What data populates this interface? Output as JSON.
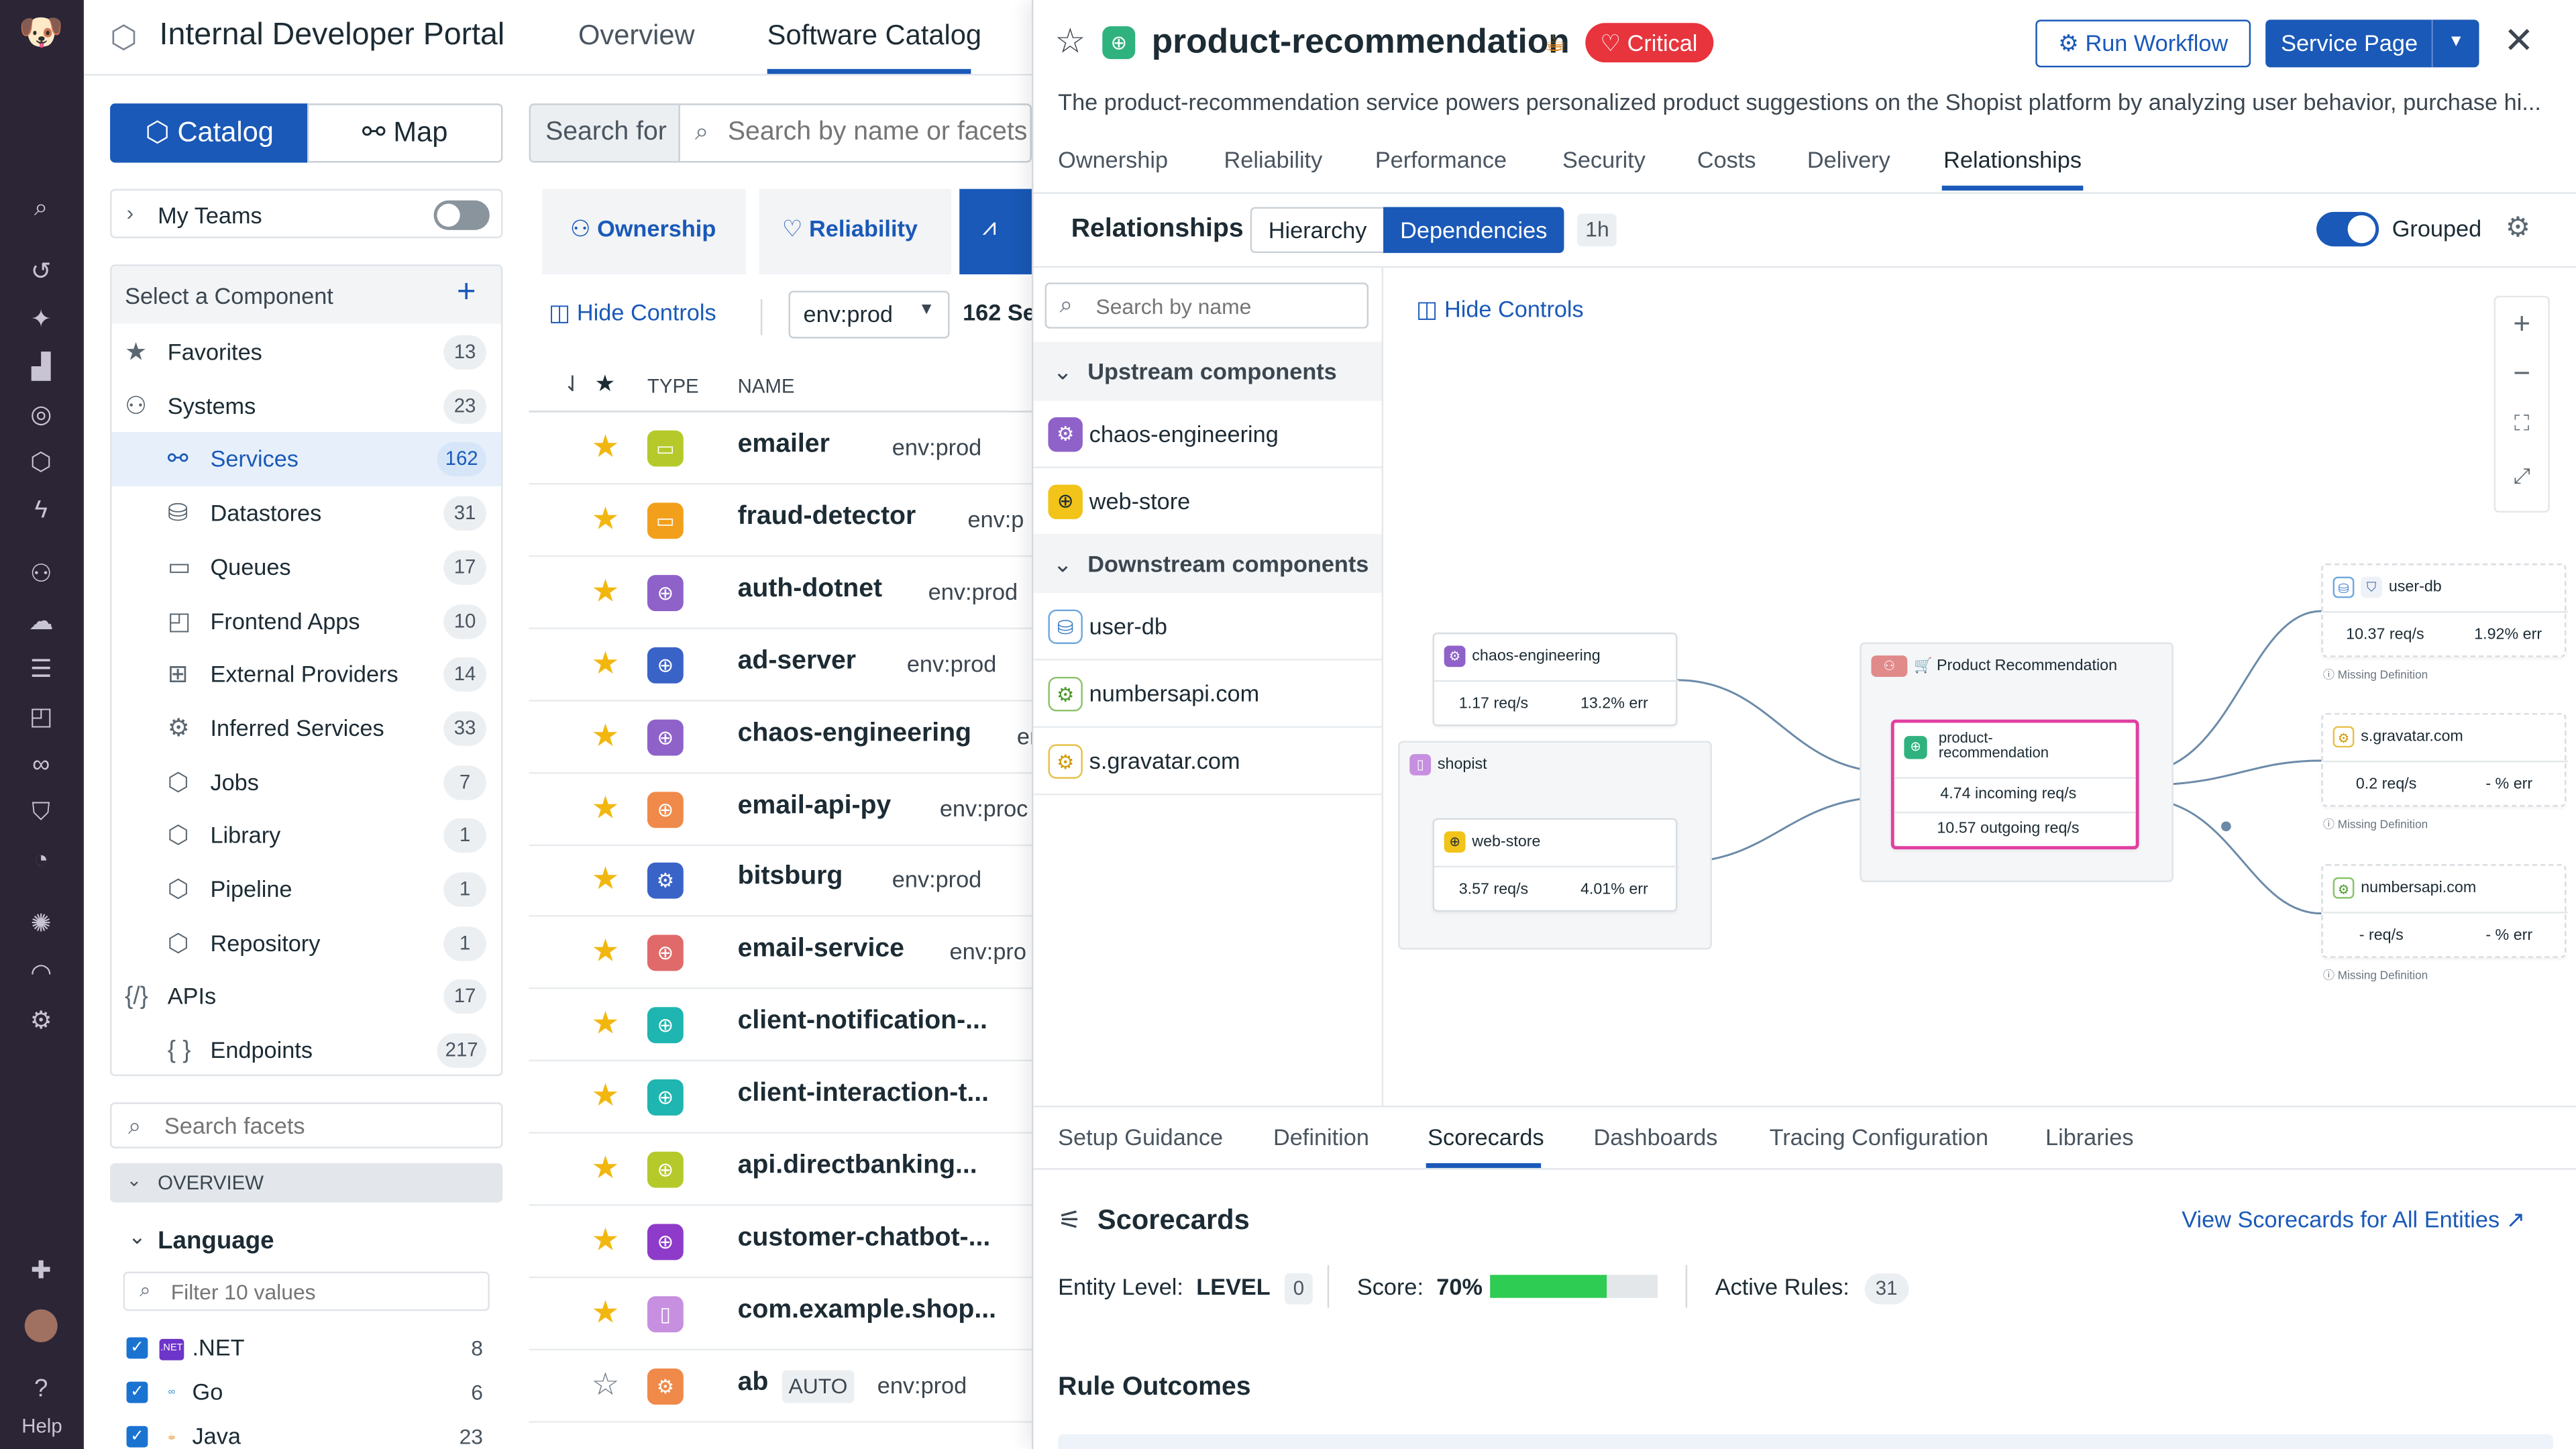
{
  "nav": {
    "help_label": "Help"
  },
  "header": {
    "portal_title": "Internal Developer Portal",
    "tabs": [
      "Overview",
      "Software Catalog"
    ]
  },
  "catalog": {
    "view_catalog": "Catalog",
    "view_map": "Map",
    "search_for_label": "Search for",
    "search_placeholder": "Search by name or facets",
    "my_teams": "My Teams",
    "select_component": "Select a Component",
    "components": [
      {
        "label": "Favorites",
        "count": "13",
        "icon": "star-icon"
      },
      {
        "label": "Systems",
        "count": "23",
        "icon": "systems-icon"
      },
      {
        "label": "Services",
        "count": "162",
        "icon": "services-icon"
      },
      {
        "label": "Datastores",
        "count": "31",
        "icon": "database-icon"
      },
      {
        "label": "Queues",
        "count": "17",
        "icon": "queue-icon"
      },
      {
        "label": "Frontend Apps",
        "count": "10",
        "icon": "frontend-icon"
      },
      {
        "label": "External Providers",
        "count": "14",
        "icon": "external-icon"
      },
      {
        "label": "Inferred Services",
        "count": "33",
        "icon": "inferred-icon"
      },
      {
        "label": "Jobs",
        "count": "7",
        "icon": "cube-icon"
      },
      {
        "label": "Library",
        "count": "1",
        "icon": "cube-icon"
      },
      {
        "label": "Pipeline",
        "count": "1",
        "icon": "cube-icon"
      },
      {
        "label": "Repository",
        "count": "1",
        "icon": "cube-icon"
      },
      {
        "label": "APIs",
        "count": "17",
        "icon": "code-icon"
      },
      {
        "label": "Endpoints",
        "count": "217",
        "icon": "braces-icon"
      }
    ],
    "search_facets_placeholder": "Search facets",
    "overview_label": "OVERVIEW",
    "language_label": "Language",
    "filter_values_placeholder": "Filter 10 values",
    "languages": [
      {
        "label": ".NET",
        "count": "8"
      },
      {
        "label": "Go",
        "count": "6"
      },
      {
        "label": "Java",
        "count": "23"
      }
    ],
    "lens_tabs": [
      "Ownership",
      "Reliability"
    ],
    "hide_controls": "Hide Controls",
    "env_select": "env:prod",
    "results_count": "162 Se",
    "columns": {
      "type": "TYPE",
      "name": "NAME"
    },
    "services": [
      {
        "name": "emailer",
        "env": "env:prod",
        "color": "#b5c92a",
        "fav": true
      },
      {
        "name": "fraud-detector",
        "env": "env:p",
        "color": "#f2a01c",
        "fav": true
      },
      {
        "name": "auth-dotnet",
        "env": "env:prod",
        "color": "#8e62c9",
        "fav": true
      },
      {
        "name": "ad-server",
        "env": "env:prod",
        "color": "#3a63c8",
        "fav": true
      },
      {
        "name": "chaos-engineering",
        "env": "env:",
        "color": "#8e62c9",
        "fav": true
      },
      {
        "name": "email-api-py",
        "env": "env:proc",
        "color": "#ef8a4a",
        "fav": true
      },
      {
        "name": "bitsburg",
        "env": "env:prod",
        "color": "#3a63c8",
        "fav": true
      },
      {
        "name": "email-service",
        "env": "env:pro",
        "color": "#e06a6a",
        "fav": true
      },
      {
        "name": "client-notification-...",
        "env": "",
        "color": "#1fb5b0",
        "fav": true
      },
      {
        "name": "client-interaction-t...",
        "env": "",
        "color": "#1fb5b0",
        "fav": true
      },
      {
        "name": "api.directbanking...",
        "env": "",
        "color": "#b5c92a",
        "fav": true
      },
      {
        "name": "customer-chatbot-...",
        "env": "",
        "color": "#8e3bc9",
        "fav": true
      },
      {
        "name": "com.example.shop...",
        "env": "",
        "color": "#c78fe0",
        "fav": true
      },
      {
        "name": "ab",
        "env": "env:prod",
        "color": "#ef8a4a",
        "fav": false,
        "tag": "AUTO"
      }
    ]
  },
  "detail": {
    "title": "product-recommendation",
    "severity": "Critical",
    "run_workflow": "Run Workflow",
    "service_page": "Service Page",
    "description": "The product-recommendation service powers personalized product suggestions on the Shopist platform by analyzing user behavior, purchase hi...",
    "tabs": [
      "Ownership",
      "Reliability",
      "Performance",
      "Security",
      "Costs",
      "Delivery",
      "Relationships"
    ],
    "relationships": {
      "title": "Relationships",
      "modes": [
        "Hierarchy",
        "Dependencies"
      ],
      "timeframe": "1h",
      "grouped_label": "Grouped",
      "search_placeholder": "Search by name",
      "upstream_label": "Upstream components",
      "upstream": [
        "chaos-engineering",
        "web-store"
      ],
      "downstream_label": "Downstream components",
      "downstream": [
        "user-db",
        "numbersapi.com",
        "s.gravatar.com"
      ],
      "hide_controls": "Hide Controls"
    },
    "graph": {
      "chaos": {
        "name": "chaos-engineering",
        "rate": "1.17 req/s",
        "err": "13.2% err"
      },
      "shopist": {
        "name": "shopist"
      },
      "webstore": {
        "name": "web-store",
        "rate": "3.57 req/s",
        "err": "4.01% err"
      },
      "group": {
        "name": "Product Recommendation"
      },
      "center": {
        "name": "product-recommendation",
        "incoming": "4.74 incoming req/s",
        "outgoing": "10.57 outgoing req/s"
      },
      "userdb": {
        "name": "user-db",
        "rate": "10.37 req/s",
        "err": "1.92% err"
      },
      "gravatar": {
        "name": "s.gravatar.com",
        "rate": "0.2 req/s",
        "err": "- % err"
      },
      "numbers": {
        "name": "numbersapi.com",
        "rate": "- req/s",
        "err": "- % err"
      },
      "missing": "Missing Definition"
    },
    "bottom_tabs": [
      "Setup Guidance",
      "Definition",
      "Scorecards",
      "Dashboards",
      "Tracing Configuration",
      "Libraries"
    ],
    "scorecards": {
      "title": "Scorecards",
      "view_all": "View Scorecards for All Entities",
      "entity_level_label": "Entity Level:",
      "entity_level_value": "LEVEL",
      "entity_level_num": "0",
      "score_label": "Score:",
      "score_value": "70%",
      "score_fraction": 0.7,
      "active_rules_label": "Active Rules:",
      "active_rules_count": "31",
      "rule_outcomes": "Rule Outcomes"
    }
  }
}
